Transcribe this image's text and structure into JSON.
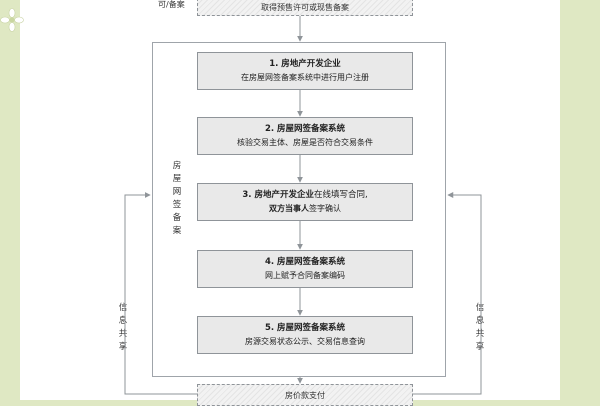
{
  "top_left_label": "可/备案",
  "top_box_text": "取得预售许可或现售备案",
  "frame_label": "房屋网签备案",
  "steps": [
    {
      "title": "1. 房地产开发企业",
      "desc": "在房屋网签备案系统中进行用户注册"
    },
    {
      "title": "2. 房屋网签备案系统",
      "desc": "核验交易主体、房屋是否符合交易条件"
    },
    {
      "title_prefix": "3. ",
      "title_bold": "房地产开发企业",
      "title_suffix": "在线填写合同,",
      "desc_bold": "双方当事人",
      "desc_suffix": "签字确认"
    },
    {
      "title": "4. 房屋网签备案系统",
      "desc": "网上赋予合同备案编码"
    },
    {
      "title": "5. 房屋网签备案系统",
      "desc": "房源交易状态公示、交易信息查询"
    }
  ],
  "bottom_box_text": "房价款支付",
  "left_share_label": "信息共享",
  "right_share_label": "信息共享",
  "colors": {
    "background": "#dfe8c3",
    "box_fill": "#e9e9e9",
    "border": "#8f9499"
  }
}
